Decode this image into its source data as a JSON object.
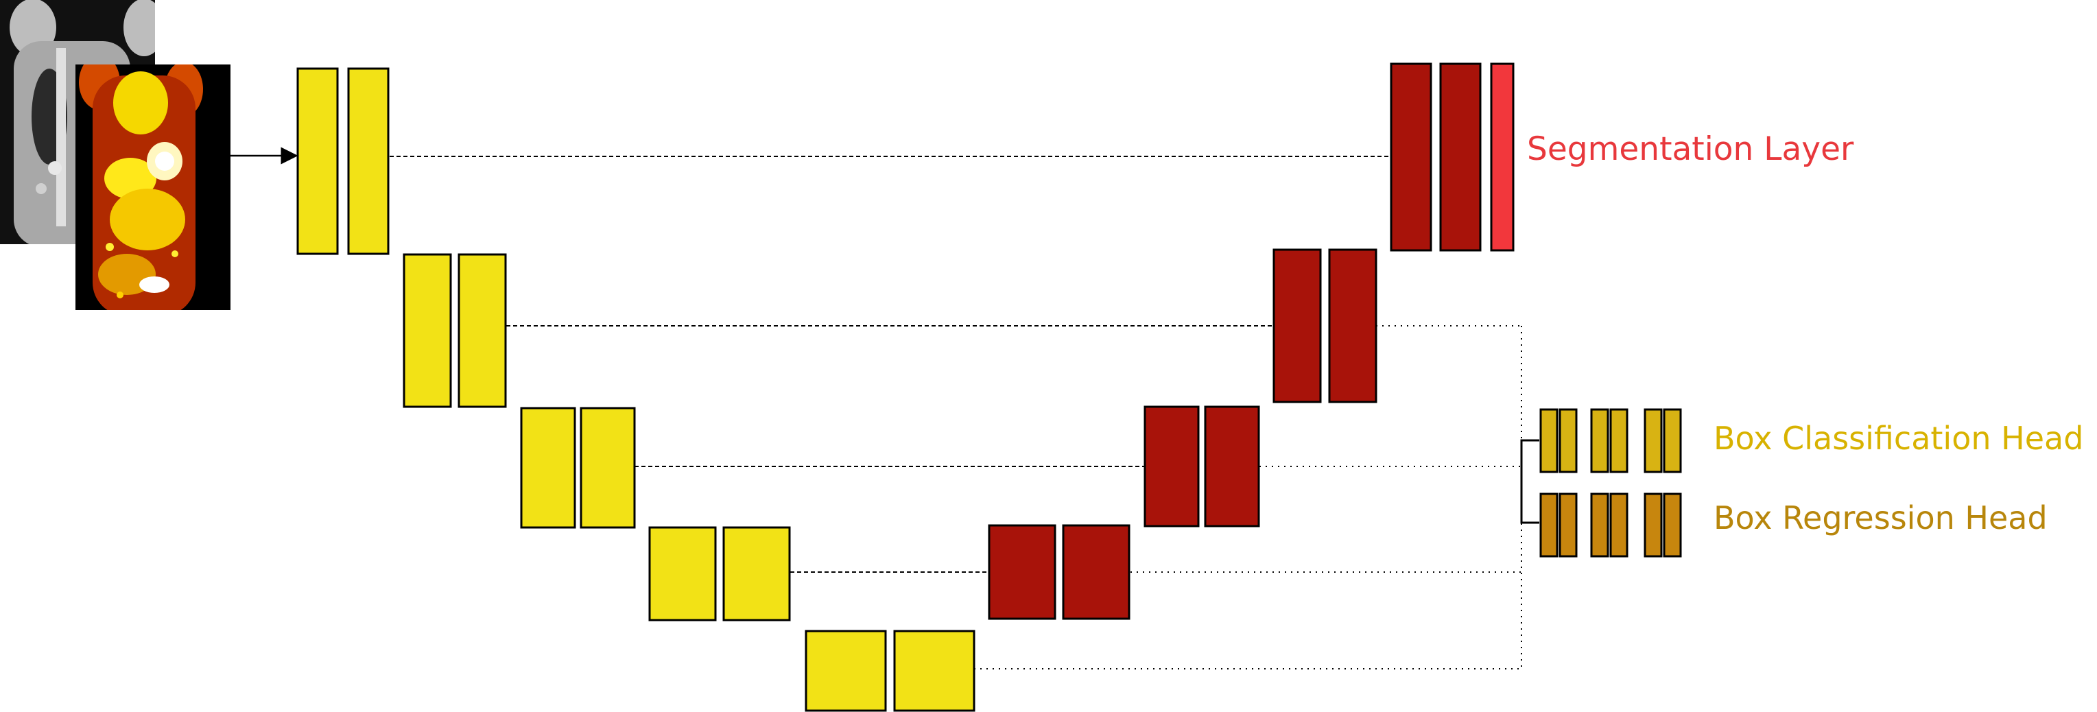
{
  "figure": {
    "input_images": [
      {
        "name": "ct-coronal-scan",
        "description_icon": "ct-image-icon"
      },
      {
        "name": "pet-coronal-scan",
        "description_icon": "pet-image-icon"
      }
    ],
    "encoder_stages": 5,
    "decoder_stages": 4,
    "labels": {
      "segmentation": "Segmentation Layer",
      "classification": "Box Classification Head",
      "regression": "Box Regression Head"
    },
    "colors": {
      "encoder": "#f2e216",
      "decoder": "#a8130a",
      "segmentation_output": "#f2373c",
      "classification_head": "#d8b313",
      "regression_head": "#c7860e",
      "segmentation_text": "#e8383c",
      "classification_text": "#d8b200",
      "regression_text": "#b8860b"
    }
  }
}
